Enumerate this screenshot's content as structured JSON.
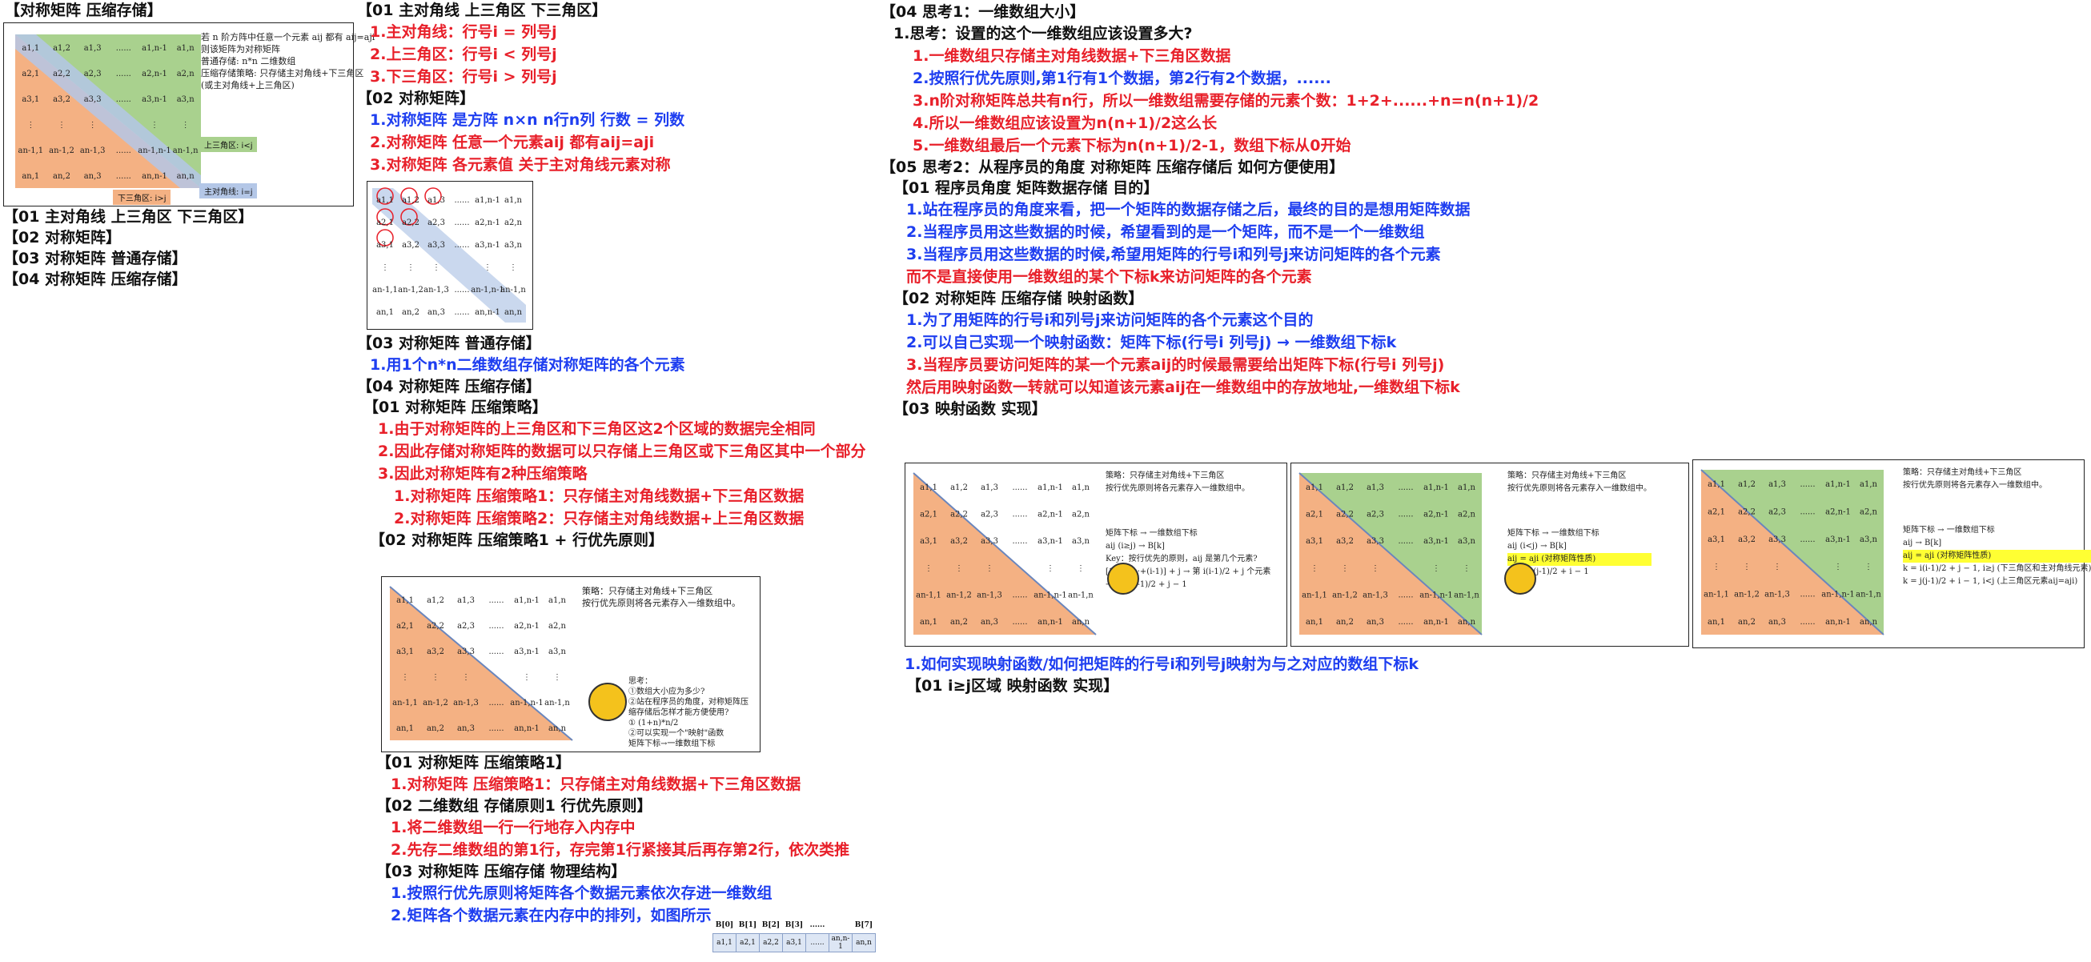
{
  "left": {
    "title": "【对称矩阵 压缩存储】",
    "outline": [
      "【01 主对角线 上三角区 下三角区】",
      "【02 对称矩阵】",
      "【03 对称矩阵 普通存储】",
      "【04 对称矩阵 压缩存储】"
    ],
    "fig_note": [
      "若 n 阶方阵中任意一个元素 aij 都有 aij=aji",
      "则该矩阵为对称矩阵",
      "普通存储: n*n 二维数组",
      "压缩存储策略: 只存储主对角线+下三角区",
      "(或主对角线+上三角区)"
    ],
    "tag_upper": "上三角区: i<j",
    "tag_diag": "主对角线: i=j",
    "tag_lower": "下三角区: i>j"
  },
  "middle": {
    "s01": "【01 主对角线 上三角区 下三角区】",
    "s01_items": [
      "1.主对角线：行号i = 列号j",
      "2.上三角区：行号i < 列号j",
      "3.下三角区：行号i > 列号j"
    ],
    "s02": "【02 对称矩阵】",
    "s02_items": [
      "1.对称矩阵 是方阵 n×n n行n列 行数 = 列数",
      "2.对称矩阵 任意一个元素aij 都有aij=aji",
      "3.对称矩阵 各元素值 关于主对角线元素对称"
    ],
    "s03": "【03 对称矩阵 普通存储】",
    "s03_item": "1.用1个n*n二维数组存储对称矩阵的各个元素",
    "s04": "【04 对称矩阵 压缩存储】",
    "s0401": "【01 对称矩阵 压缩策略】",
    "s0401_items": [
      "1.由于对称矩阵的上三角区和下三角区这2个区域的数据完全相同",
      "2.因此存储对称矩阵的数据可以只存储上三角区或下三角区其中一个部分",
      "3.因此对称矩阵有2种压缩策略"
    ],
    "s0401_sub": [
      "1.对称矩阵 压缩策略1：只存储主对角线数据+下三角区数据",
      "2.对称矩阵 压缩策略2：只存储主对角线数据+上三角区数据"
    ],
    "s0402": "【02 对称矩阵 压缩策略1 + 行优先原则】",
    "fig2_lines": [
      "策略：只存储主对角线+下三角区",
      "按行优先原则将各元素存入一维数组中。"
    ],
    "fig2_think": [
      "思考：",
      "①数组大小应为多少?",
      "②站在程序员的角度，对称矩阵压",
      "缩存储后怎样才能方便使用?",
      "① (1+n)*n/2",
      "②可以实现一个\"映射\"函数",
      "   矩阵下标→一维数组下标"
    ],
    "sub01": "【01 对称矩阵 压缩策略1】",
    "sub01_item": "1.对称矩阵 压缩策略1：只存储主对角线数据+下三角区数据",
    "sub02": "【02 二维数组 存储原则1 行优先原则】",
    "sub02_items": [
      "1.将二维数组一行一行地存入内存中",
      "2.先存二维数组的第1行，存完第1行紧接其后再存第2行，依次类推"
    ],
    "sub03": "【03 对称矩阵 压缩存储 物理结构】",
    "sub03_items": [
      "1.按照行优先原则将矩阵各个数据元素依次存进一维数组",
      "2.矩阵各个数据元素在内存中的排列，如图所示"
    ]
  },
  "right": {
    "s04": "【04 思考1：一维数组大小】",
    "s04_q": "1.思考：设置的这个一维数组应该设置多大?",
    "s04_items": [
      "1.一维数组只存储主对角线数据+下三角区数据",
      "2.按照行优先原则,第1行有1个数据，第2行有2个数据，......",
      "3.n阶对称矩阵总共有n行，所以一维数组需要存储的元素个数：1+2+......+n=n(n+1)/2",
      "4.所以一维数组应该设置为n(n+1)/2这么长",
      "5.一维数组最后一个元素下标为n(n+1)/2-1，数组下标从0开始"
    ],
    "s05": "【05 思考2：从程序员的角度 对称矩阵 压缩存储后 如何方便使用】",
    "s0501": "【01 程序员角度 矩阵数据存储 目的】",
    "s0501_items": [
      "1.站在程序员的角度来看，把一个矩阵的数据存储之后，最终的目的是想用矩阵数据",
      "2.当程序员用这些数据的时候，希望看到的是一个矩阵，而不是一个一维数组",
      "3.当程序员用这些数据的时候,希望用矩阵的行号i和列号j来访问矩阵的各个元素",
      "   而不是直接使用一维数组的某个下标k来访问矩阵的各个元素"
    ],
    "s0502": "【02 对称矩阵 压缩存储 映射函数】",
    "s0502_items": [
      "1.为了用矩阵的行号i和列号j来访问矩阵的各个元素这个目的",
      "2.可以自己实现一个映射函数：矩阵下标(行号i 列号j) → 一维数组下标k",
      "3.当程序员要访问矩阵的某一个元素aij的时候最需要给出矩阵下标(行号i 列号j)",
      "   然后用映射函数一转就可以知道该元素aij在一维数组中的存放地址,一维数组下标k"
    ],
    "s0503": "【03 映射函数 实现】",
    "s0503_item": "1.如何实现映射函数/如何把矩阵的行号i和列号j映射为与之对应的数组下标k",
    "s050301": "【01 i≥j区域 映射函数 实现】",
    "figs": [
      {
        "lines": [
          "策略：只存储主对角线+下三角区",
          "按行优先原则将各元素存入一维数组中。",
          "矩阵下标 → 一维数组下标",
          "aij (i≥j) → B[k]",
          "Key：按行优先的原则，aij 是第几个元素?",
          "[1+2+···+(i-1)] + j → 第 i(i-1)/2 + j 个元素",
          "→ k= i(i-1)/2 + j − 1"
        ]
      },
      {
        "lines": [
          "策略：只存储主对角线+下三角区",
          "按行优先原则将各元素存入一维数组中。",
          "矩阵下标 → 一维数组下标",
          "aij (i<j) → B[k]",
          "aij = aji (对称矩阵性质)",
          "→ k= j(j-1)/2 + i − 1"
        ]
      },
      {
        "lines": [
          "策略：只存储主对角线+下三角区",
          "按行优先原则将各元素存入一维数组中。",
          "矩阵下标 → 一维数组下标",
          "aij → B[k]",
          "aij = aji (对称矩阵性质)",
          "k = i(i-1)/2 + j − 1,  i≥j (下三角区和主对角线元素)",
          "k = j(j-1)/2 + i − 1,  i<j (上三角区元素aij=aji)"
        ]
      }
    ]
  },
  "array": {
    "head": [
      "B[0]",
      "B[1]",
      "B[2]",
      "B[3]",
      "......",
      "B[7]"
    ],
    "cells": [
      "a1,1",
      "a2,1",
      "a2,2",
      "a3,1",
      "......",
      "an,n-1",
      "an,n"
    ]
  },
  "matrix": {
    "rows": [
      [
        "a1,1",
        "a1,2",
        "a1,3",
        "......",
        "a1,n-1",
        "a1,n"
      ],
      [
        "a2,1",
        "a2,2",
        "a2,3",
        "......",
        "a2,n-1",
        "a2,n"
      ],
      [
        "a3,1",
        "a3,2",
        "a3,3",
        "......",
        "a3,n-1",
        "a3,n"
      ],
      [
        "⋮",
        "⋮",
        "⋮",
        "",
        "⋮",
        "⋮"
      ],
      [
        "an-1,1",
        "an-1,2",
        "an-1,3",
        "......",
        "an-1,n-1",
        "an-1,n"
      ],
      [
        "an,1",
        "an,2",
        "an,3",
        "......",
        "an,n-1",
        "an,n"
      ]
    ]
  },
  "colors": {
    "red": "#e8202a",
    "blue": "#1e3ef0",
    "gray": "#8c8c8c",
    "orange": "#f4b183",
    "green": "#a9d18e",
    "diag": "#b4c7e7"
  }
}
